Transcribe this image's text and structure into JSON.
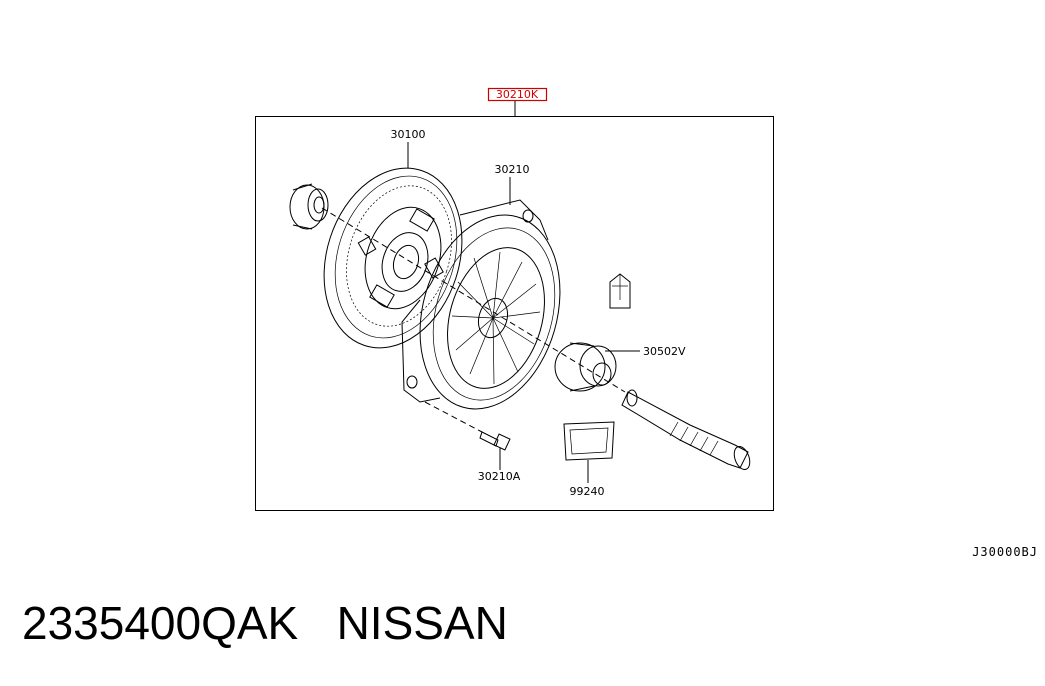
{
  "diagram": {
    "kit_label": "30210K",
    "kit_label_color": "#d10000",
    "parts": [
      {
        "key": "clutch_disc",
        "label": "30100"
      },
      {
        "key": "clutch_cover",
        "label": "30210"
      },
      {
        "key": "release_bearing",
        "label": "30502V"
      },
      {
        "key": "bolt",
        "label": "30210A"
      },
      {
        "key": "grease",
        "label": "99240"
      }
    ],
    "drawing_ref": "J30000BJ"
  },
  "caption": {
    "part_number": "2335400QAK",
    "brand": "NISSAN",
    "text": "2335400QAK   NISSAN"
  }
}
